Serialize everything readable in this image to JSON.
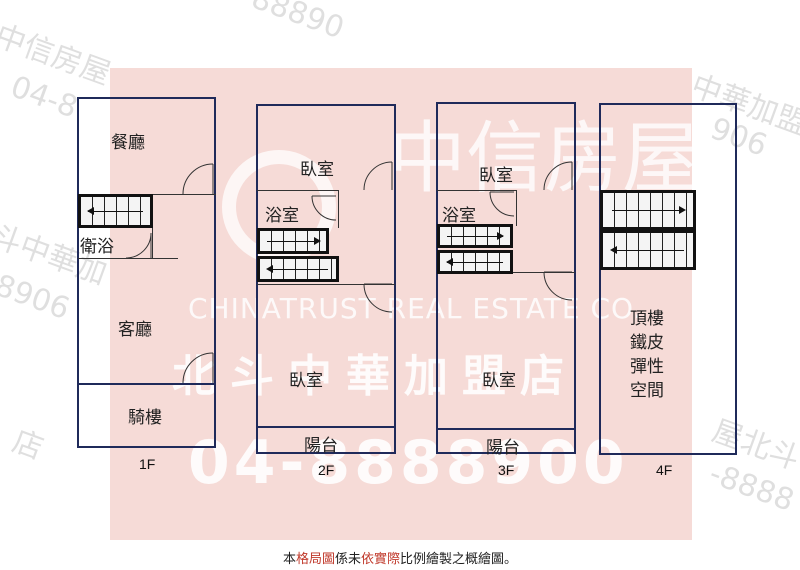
{
  "watermark": {
    "brand_cn": "中信房屋",
    "brand_en": "CHINATRUST REAL ESTATE CO.",
    "store": "北斗中華加盟店",
    "phone": "04-8888900",
    "corner_tl": "中信房屋",
    "corner_tl2": "04-8",
    "corner_tr": "中華加盟",
    "corner_tr2": "906",
    "corner_l": "斗中華加",
    "corner_l2": "8906",
    "corner_br": "屋北斗",
    "corner_br2": "-8888",
    "corner_bl": "店",
    "corner_top": "88890"
  },
  "floors": [
    {
      "name": "1F",
      "rooms": [
        "餐廳",
        "衛浴",
        "客廳",
        "騎樓"
      ]
    },
    {
      "name": "2F",
      "rooms": [
        "臥室",
        "浴室",
        "臥室",
        "陽台"
      ]
    },
    {
      "name": "3F",
      "rooms": [
        "臥室",
        "浴室",
        "臥室",
        "陽台"
      ]
    },
    {
      "name": "4F",
      "rooms": [
        "頂樓\n鐵皮\n彈性\n空間"
      ]
    }
  ],
  "footer": {
    "p1": "本",
    "h1": "格局圖",
    "p2": "係未",
    "h2": "依實際",
    "p3": "比例繪製之概繪圖。"
  },
  "colors": {
    "wall": "#1f2a5a",
    "watermark_bg": "#f6d9d5",
    "highlight": "#c0392b"
  }
}
